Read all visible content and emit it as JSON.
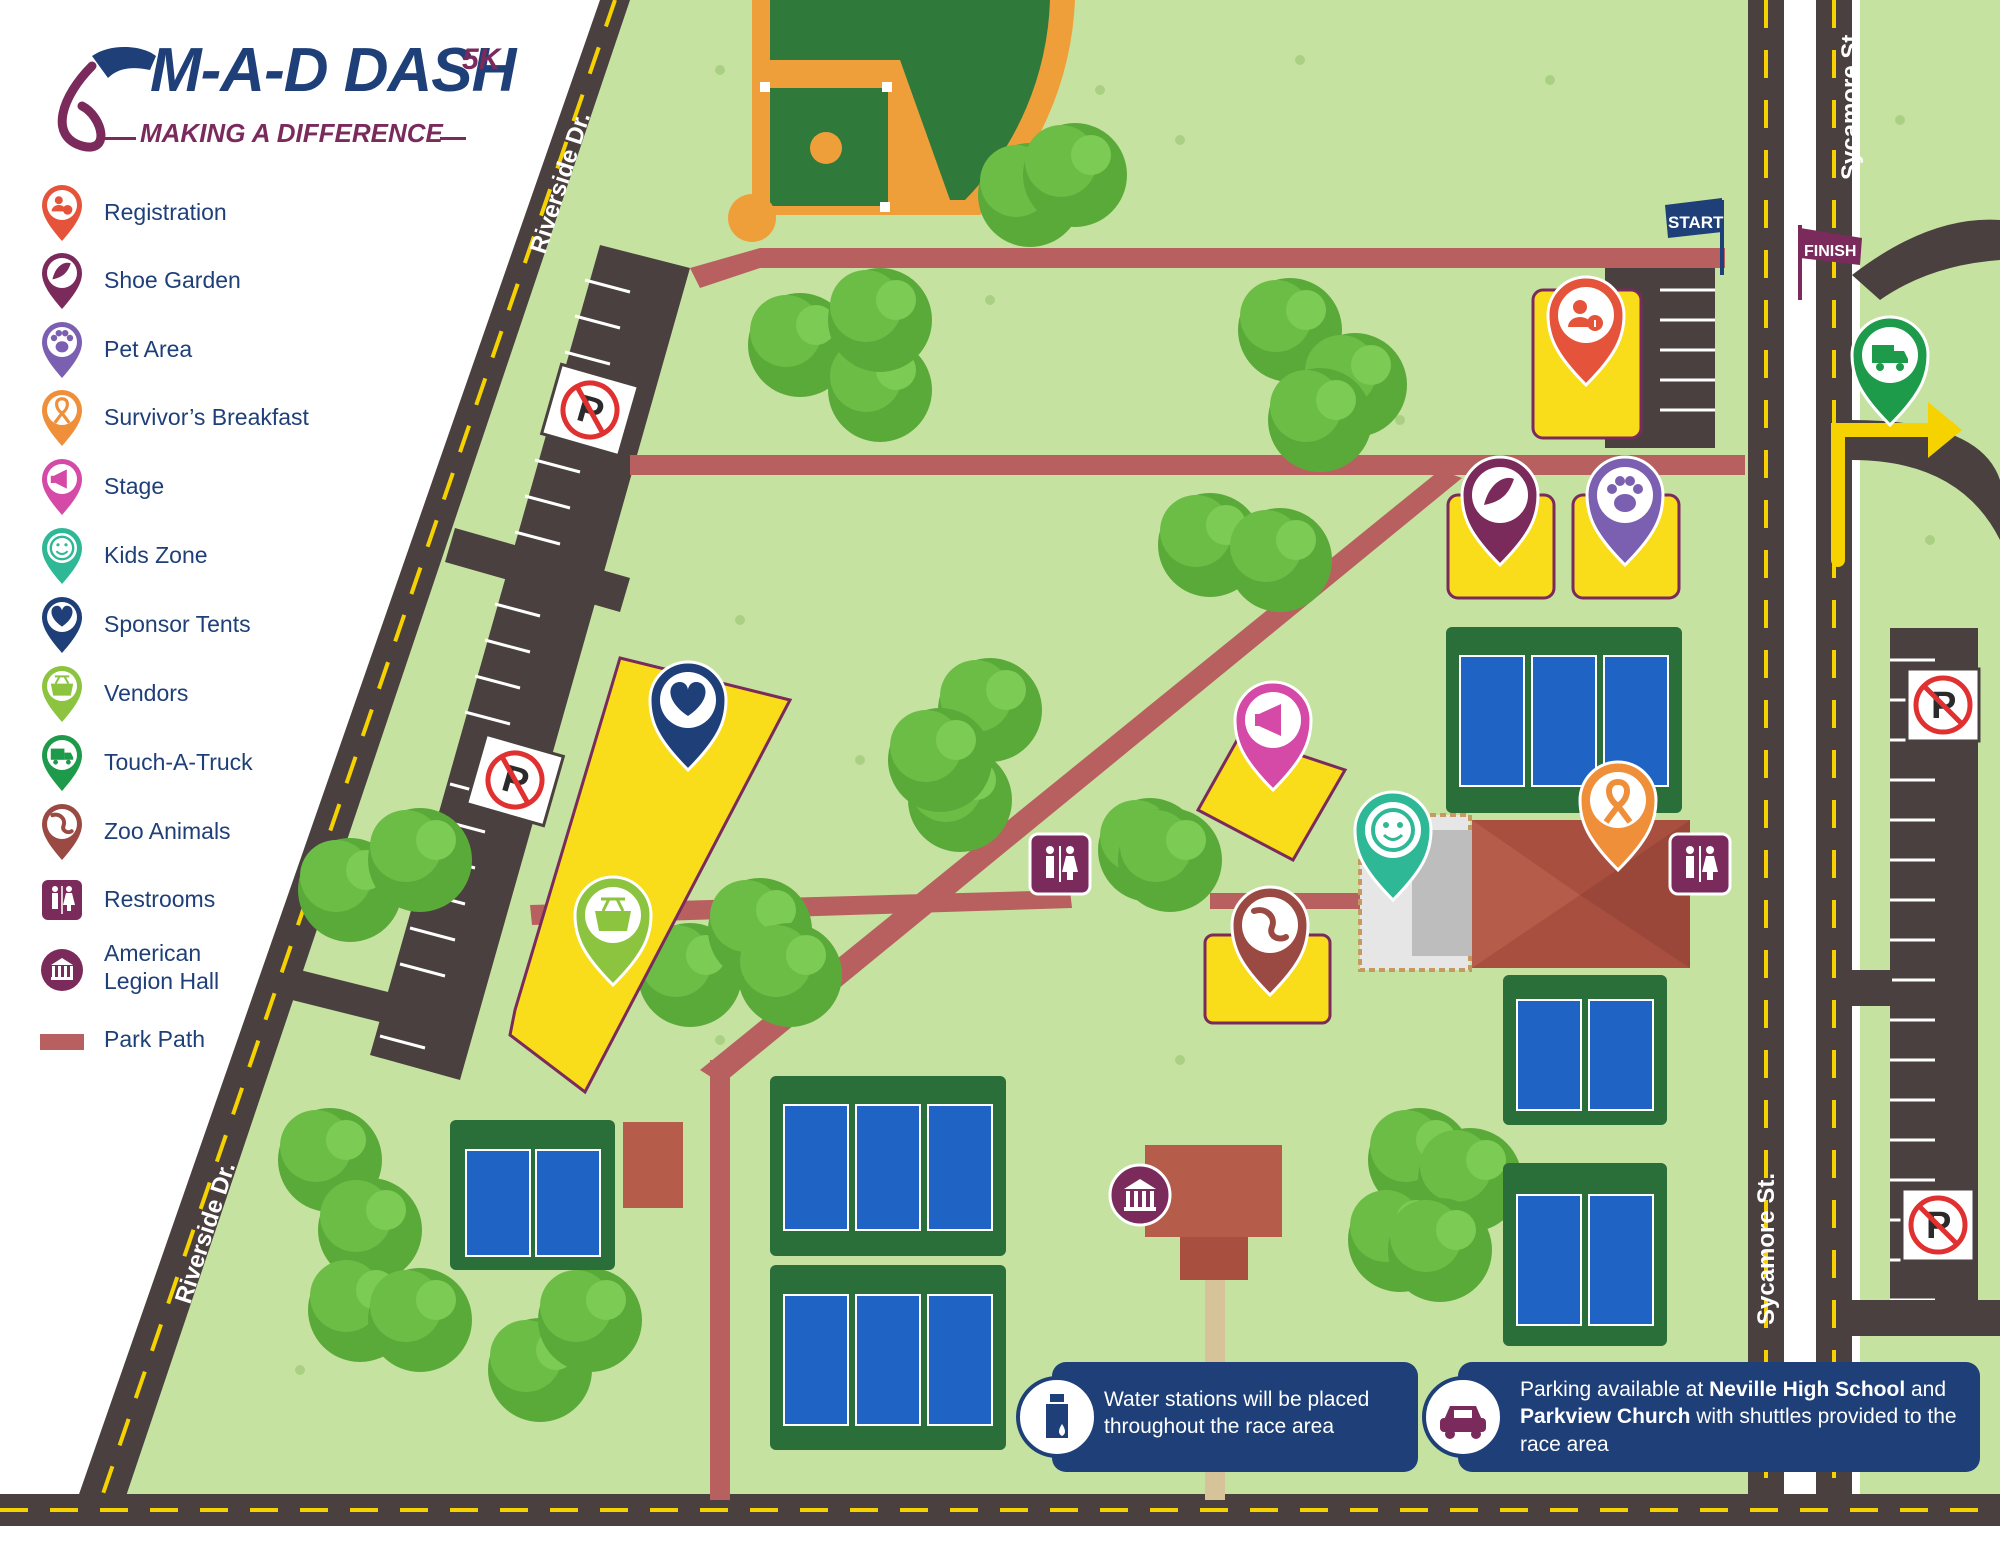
{
  "logo": {
    "title": "M-A-D DASH",
    "distance": "5K",
    "subtitle": "MAKING A DIFFERENCE"
  },
  "legend": [
    {
      "label": "Registration",
      "icon": "registration-icon",
      "color": "#e5533a"
    },
    {
      "label": "Shoe Garden",
      "icon": "shoe-icon",
      "color": "#7b2a5c"
    },
    {
      "label": "Pet Area",
      "icon": "paw-icon",
      "color": "#7b5fb0"
    },
    {
      "label": "Survivor’s Breakfast",
      "icon": "ribbon-icon",
      "color": "#ef8f3a"
    },
    {
      "label": "Stage",
      "icon": "megaphone-icon",
      "color": "#d44aa6"
    },
    {
      "label": "Kids Zone",
      "icon": "smiley-icon",
      "color": "#2eb896"
    },
    {
      "label": "Sponsor Tents",
      "icon": "heart-icon",
      "color": "#1e3f78"
    },
    {
      "label": "Vendors",
      "icon": "basket-icon",
      "color": "#8cc43f"
    },
    {
      "label": "Touch-A-Truck",
      "icon": "truck-icon",
      "color": "#1d9a4a"
    },
    {
      "label": "Zoo Animals",
      "icon": "lizard-icon",
      "color": "#9a4a42"
    },
    {
      "label": "Restrooms",
      "icon": "restroom-icon",
      "color": "#7b2a5c"
    },
    {
      "label": "American\nLegion Hall",
      "icon": "legion-hall-icon",
      "color": "#7b2a5c"
    },
    {
      "label": "Park Path",
      "icon": "park-path-swatch",
      "color": "#b86060"
    }
  ],
  "streets": {
    "riverside_upper": "Riverside Dr.",
    "riverside_lower": "Riverside Dr.",
    "sycamore_upper": "Sycamore St.",
    "sycamore_lower": "Sycamore St."
  },
  "flags": {
    "start": "START",
    "finish": "FINISH"
  },
  "notes": {
    "water": "Water stations will be placed throughout the race area",
    "parking_prefix": "Parking available at ",
    "parking_school": "Neville High School",
    "parking_and": " and ",
    "parking_church": "Parkview Church",
    "parking_suffix": " with shuttles provided to the race area"
  },
  "colors": {
    "grass": "#c6e2a0",
    "road": "#4a4040",
    "road_line": "#f5d200",
    "path": "#b86060",
    "zone": "#f9dc1a",
    "zone_border": "#7b2a5c",
    "court_outer": "#2a6e3a",
    "court_inner": "#1f64c4",
    "tree": "#5aaa3a",
    "roof": "#b55c4a",
    "navy": "#1e3f78"
  }
}
